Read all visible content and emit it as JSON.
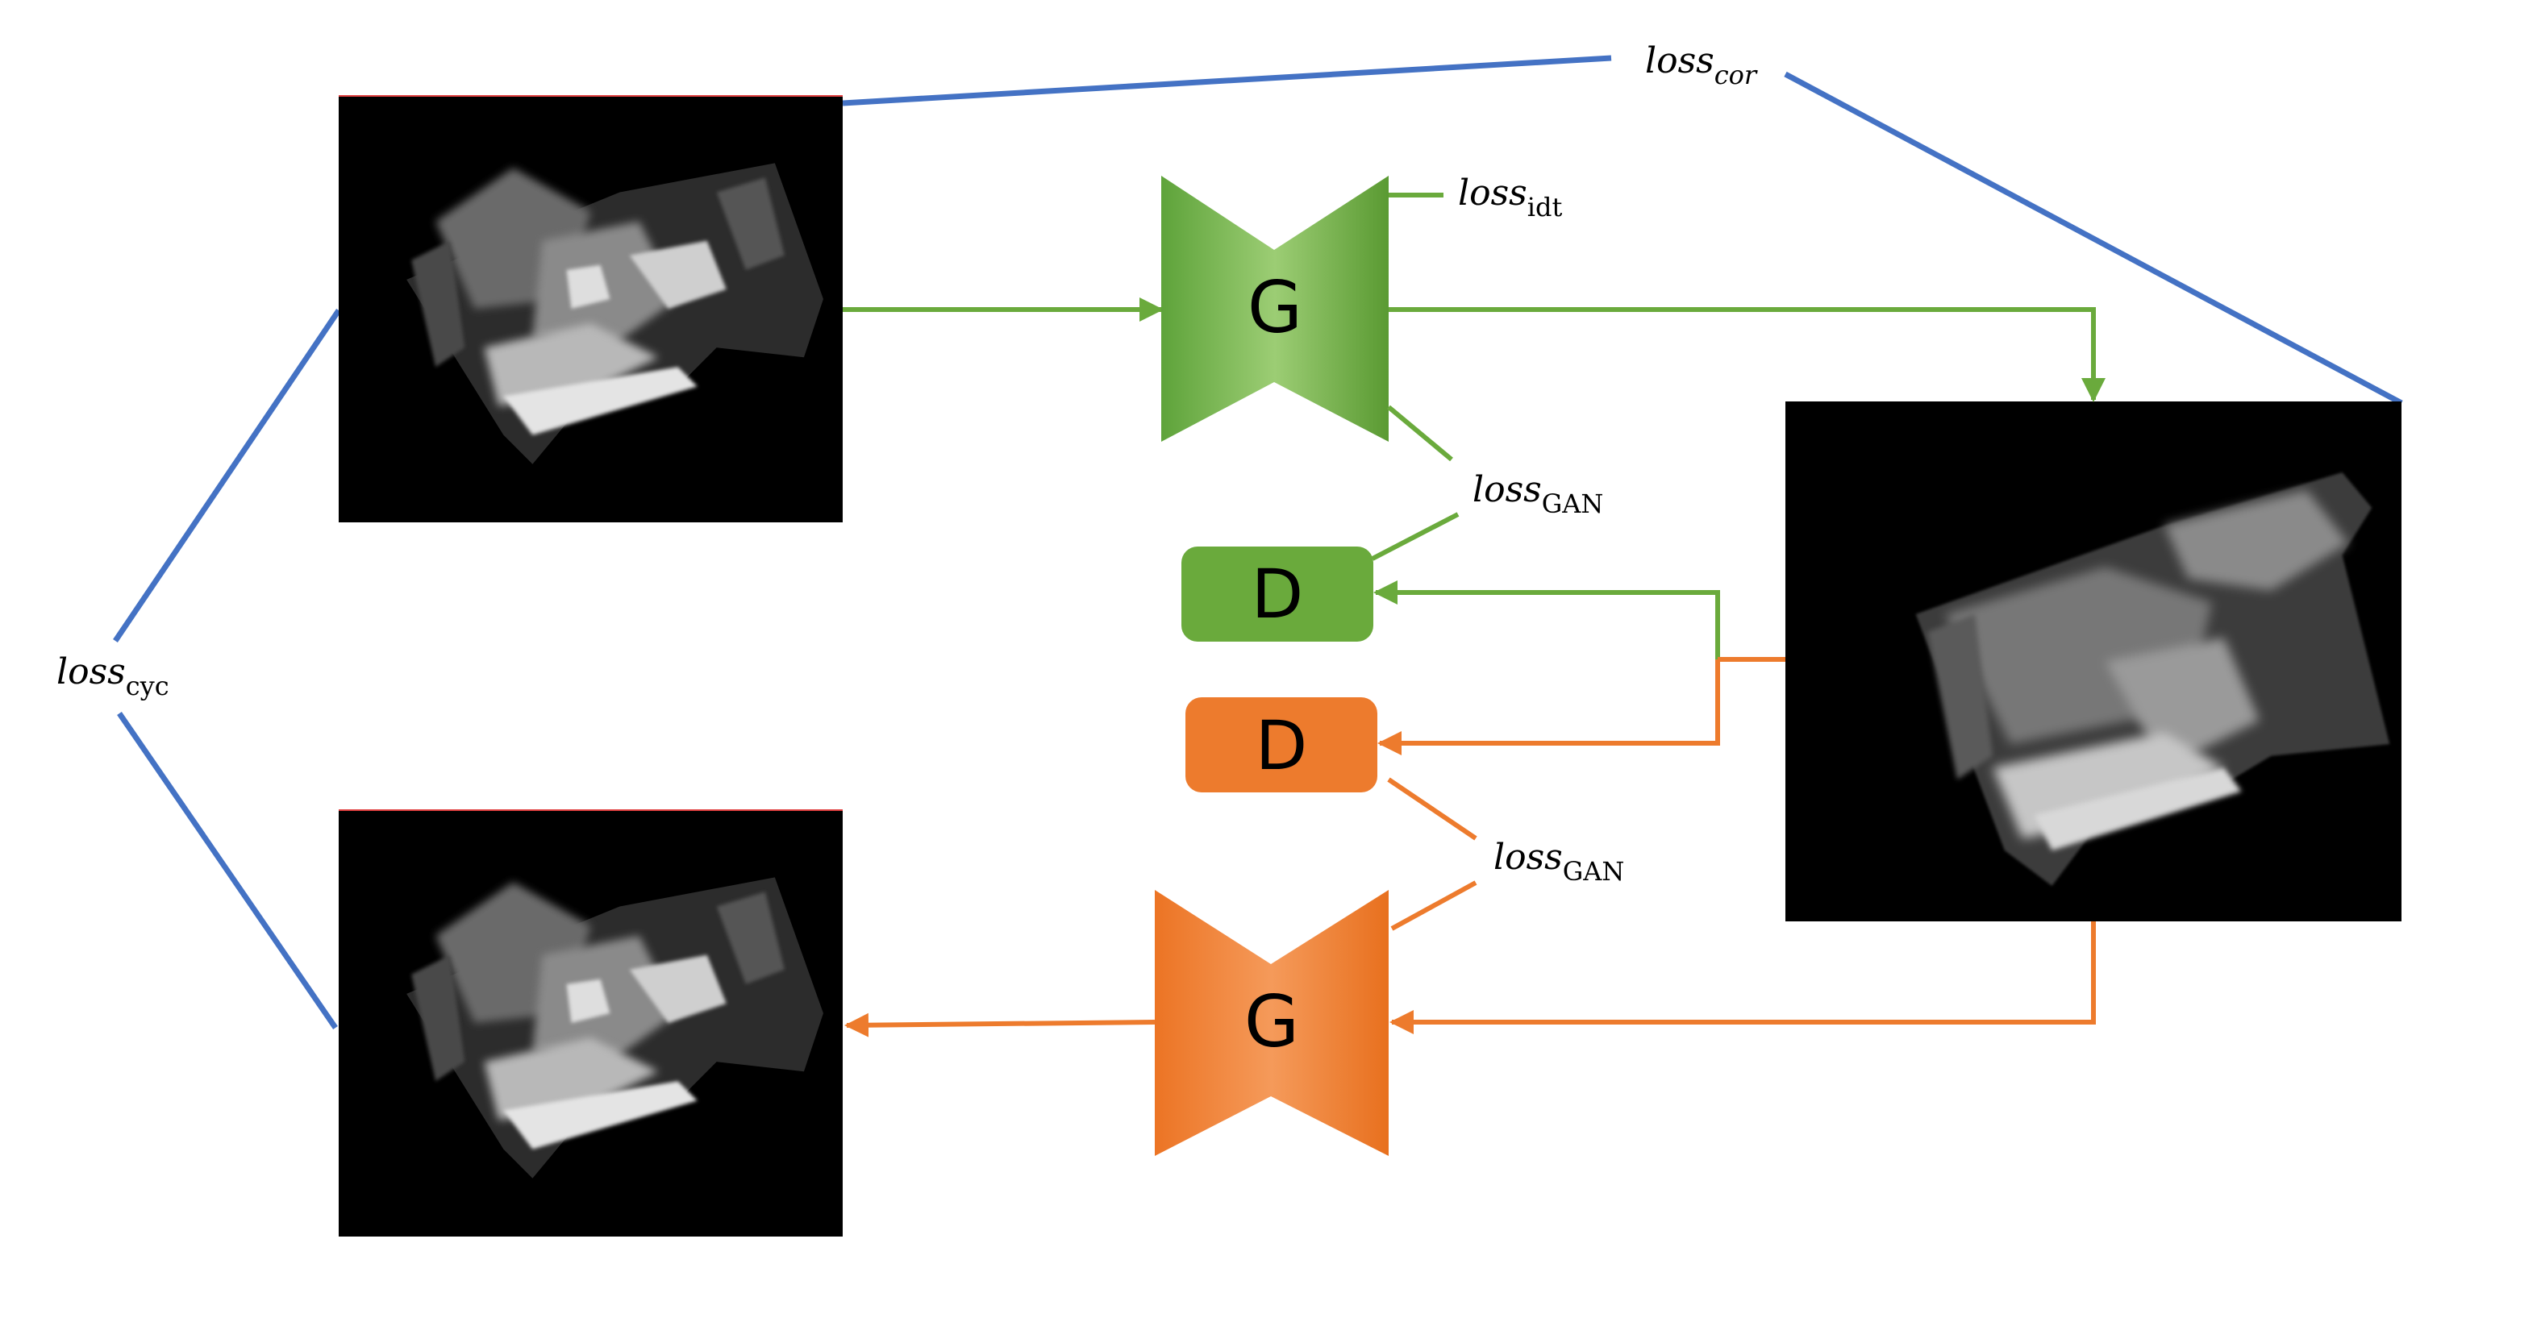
{
  "colors": {
    "green": "#6aaa3c",
    "green_light": "#a9d38a",
    "green_dark": "#5a9a32",
    "orange": "#ed7b2d",
    "orange_light": "#f5a66c",
    "orange_dark": "#e8701e",
    "blue": "#4472c4",
    "image_bg": "#000000"
  },
  "generator_top": {
    "label": "G"
  },
  "generator_bottom": {
    "label": "G"
  },
  "discriminator_top": {
    "label": "D"
  },
  "discriminator_bottom": {
    "label": "D"
  },
  "loss_cor": {
    "base": "loss",
    "sub": "cor"
  },
  "loss_idt": {
    "base": "loss",
    "sub": "idt"
  },
  "loss_gan_top": {
    "base": "loss",
    "sub": "GAN"
  },
  "loss_gan_bottom": {
    "base": "loss",
    "sub": "GAN"
  },
  "loss_cyc": {
    "base": "loss",
    "sub": "cyc"
  },
  "images": {
    "source_image": "grayscale-satellite-patch",
    "translated_image": "grayscale-satellite-patch",
    "reconstructed_image": "grayscale-satellite-patch"
  }
}
